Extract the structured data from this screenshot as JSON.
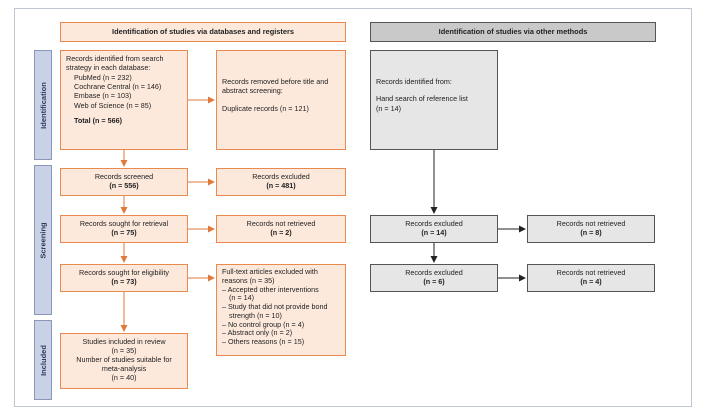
{
  "headers": {
    "left": "Identification of studies via databases and registers",
    "right": "Identification of studies via other methods"
  },
  "stages": {
    "identification": "Identification",
    "screening": "Screening",
    "included": "Included"
  },
  "records_identified": {
    "intro": "Records identified from search strategy in each database:",
    "items": [
      "PubMed (n = 232)",
      "Cochrane Central (n = 146)",
      "Embase (n = 103)",
      "Web of Science (n = 85)"
    ],
    "total": "Total (n = 566)"
  },
  "records_removed": {
    "title": "Records removed before title and abstract screening:",
    "detail": "Duplicate records (n = 121)"
  },
  "screened": {
    "label": "Records screened",
    "n": "(n = 556)"
  },
  "excluded": {
    "label": "Records excluded",
    "n": "(n = 481)"
  },
  "sought_retrieval": {
    "label": "Records sought for retrieval",
    "n": "(n = 75)"
  },
  "not_retrieved": {
    "label": "Records not retrieved",
    "n": "(n = 2)"
  },
  "sought_eligibility": {
    "label": "Records sought for eligibility",
    "n": "(n = 73)"
  },
  "fulltext_excluded": {
    "lines": [
      "Full-text articles excluded with",
      "reasons (n = 35)",
      "– Accepted other interventions",
      "(n = 14)",
      "– Study that did not provide bond",
      "strength (n = 10)",
      "– No control group (n = 4)",
      "– Abstract only (n = 2)",
      "– Others reasons (n = 15)"
    ]
  },
  "included": {
    "lines": [
      "Studies included in review",
      "(n = 35)",
      "Number of studies suitable for",
      "meta-analysis",
      "(n = 40)"
    ]
  },
  "other_identified": {
    "title": "Records identified from:",
    "detail": "Hand search of reference list",
    "n": "(n = 14)"
  },
  "other_excluded_1": {
    "label": "Records excluded",
    "n": "(n = 14)"
  },
  "other_not_retrieved_1": {
    "label": "Records not retrieved",
    "n": "(n = 8)"
  },
  "other_excluded_2": {
    "label": "Records excluded",
    "n": "(n = 6)"
  },
  "other_not_retrieved_2": {
    "label": "Records not retrieved",
    "n": "(n = 4)"
  },
  "colors": {
    "orange_fill": "#fde9dc",
    "orange_border": "#e98a4f",
    "grey_fill": "#e6e6e6",
    "grey_header": "#c9c9c9",
    "stage_fill": "#c9d1e6"
  }
}
